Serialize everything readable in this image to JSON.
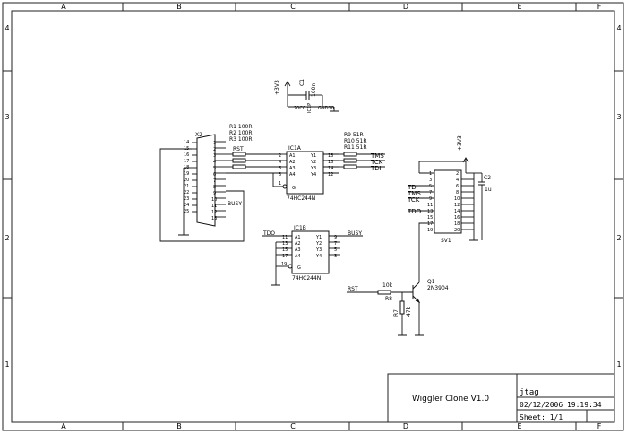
{
  "border": {
    "columns": [
      "A",
      "B",
      "C",
      "D",
      "E",
      "F"
    ],
    "rows": [
      "4",
      "3",
      "2",
      "1"
    ]
  },
  "title_block": {
    "title": "Wiggler Clone V1.0",
    "name": "jtag",
    "date": "02/12/2006 19:19:34",
    "sheet": "Sheet: 1/1"
  },
  "x2": {
    "ref": "X2",
    "pins_left": [
      "14",
      "15",
      "16",
      "17",
      "18",
      "19",
      "20",
      "21",
      "22",
      "23",
      "24",
      "25"
    ],
    "pins_right": [
      "1",
      "2",
      "3",
      "4",
      "5",
      "6",
      "7",
      "8",
      "9",
      "10",
      "11",
      "12",
      "13"
    ],
    "busy": "BUSY"
  },
  "r_left": {
    "lines": [
      "R1 100R",
      "R2 100R",
      "R3 100R"
    ],
    "rst": "RST"
  },
  "r_right": {
    "lines": [
      "R9  51R",
      "R10 51R",
      "R11 51R"
    ]
  },
  "ic1a": {
    "ref": "IC1A",
    "part": "74HC244N",
    "in_pins": [
      "2",
      "4",
      "6",
      "8"
    ],
    "in_names": [
      "A1",
      "A2",
      "A3",
      "A4"
    ],
    "out_names": [
      "Y1",
      "Y2",
      "Y3",
      "Y4"
    ],
    "out_pins": [
      "18",
      "16",
      "14",
      "12"
    ],
    "g": "G",
    "g_pin": "1",
    "signals": [
      "TMS",
      "TCK",
      "TDI"
    ]
  },
  "ic1b": {
    "ref": "IC1B",
    "part": "74HC244N",
    "in_pins": [
      "11",
      "13",
      "15",
      "17"
    ],
    "in_names": [
      "A1",
      "A2",
      "A3",
      "A4"
    ],
    "out_names": [
      "Y1",
      "Y2",
      "Y3",
      "Y4"
    ],
    "out_pins": [
      "9",
      "7",
      "5",
      "3"
    ],
    "g": "G",
    "g_pin": "19",
    "tdo": "TDO",
    "busy": "BUSY"
  },
  "c1": {
    "ref": "C1",
    "value": "100n",
    "supply": "+3V3",
    "vcc": "20CC",
    "gnd": "GND10",
    "ic": "IC1P"
  },
  "sv1": {
    "ref": "SV1",
    "odd": [
      "1",
      "3",
      "5",
      "7",
      "9",
      "11",
      "13",
      "15",
      "17",
      "19"
    ],
    "even": [
      "2",
      "4",
      "6",
      "8",
      "10",
      "12",
      "14",
      "16",
      "18",
      "20"
    ],
    "signals": [
      "TDI",
      "TMS",
      "TCK",
      "TDO"
    ],
    "supply": "+3V3"
  },
  "c2": {
    "ref": "C2",
    "value": "1u"
  },
  "q1": {
    "ref": "Q1",
    "part": "2N3904"
  },
  "r8": {
    "ref": "R8",
    "value": "10k",
    "signal": "RST"
  },
  "r7": {
    "ref": "R7",
    "value": "47k"
  }
}
